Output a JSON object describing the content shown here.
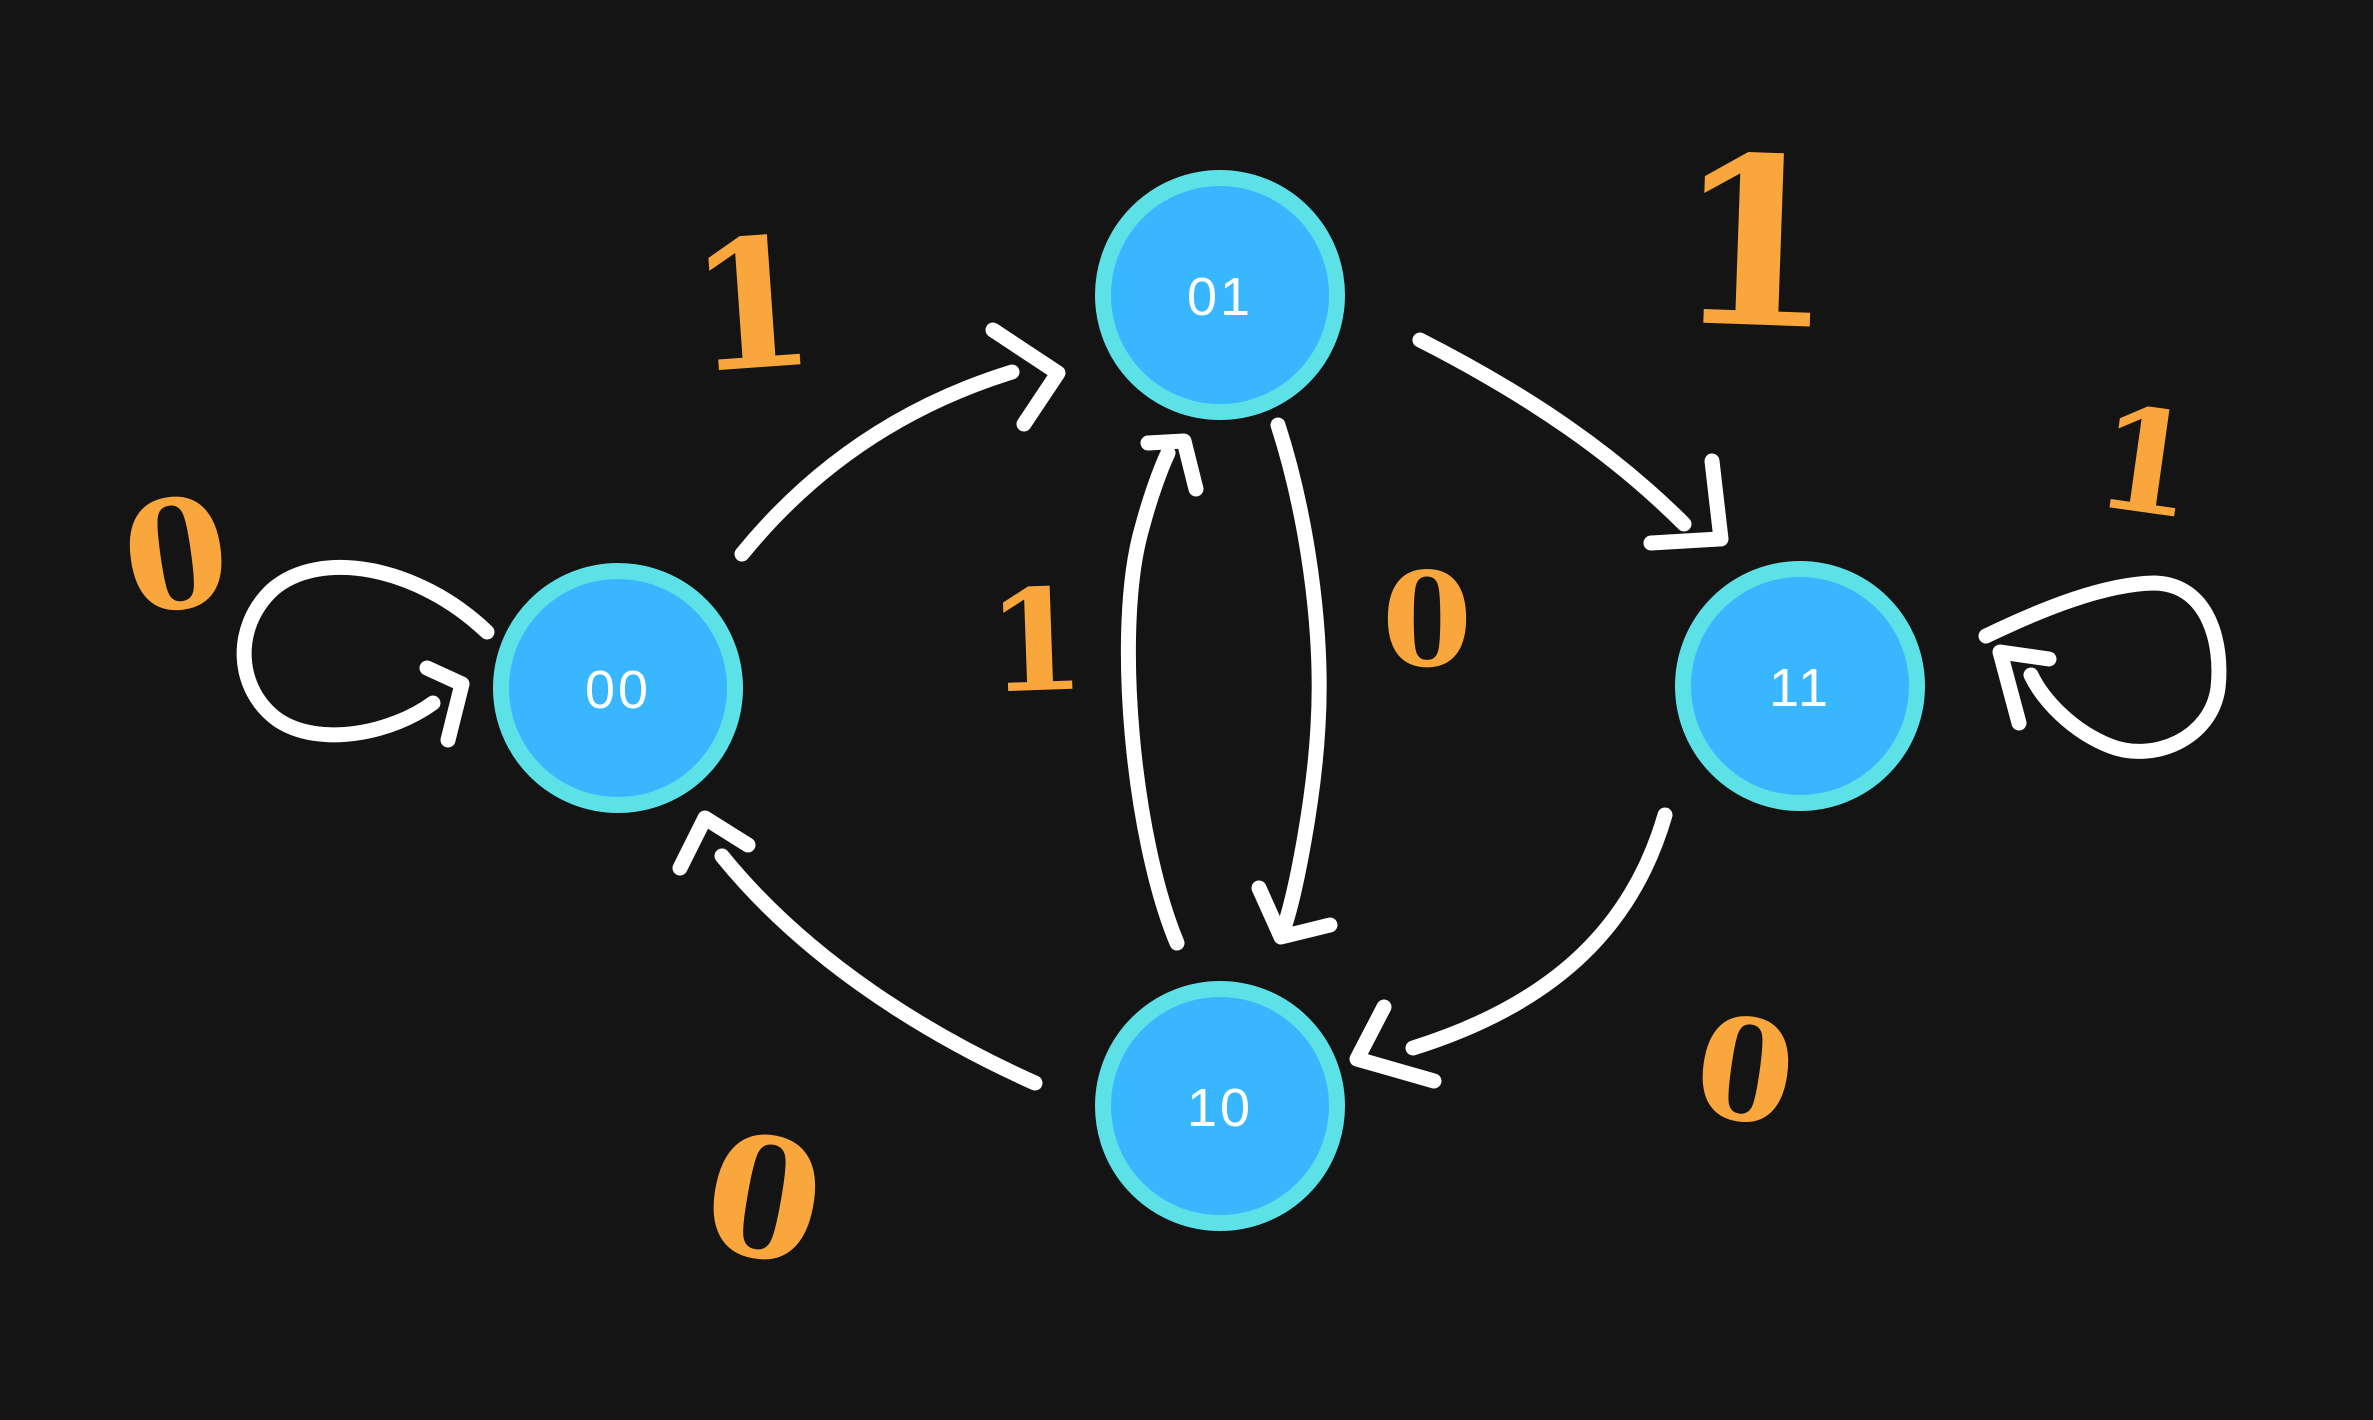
{
  "canvas": {
    "background_color": "#141414",
    "description": "Hand-drawn finite state machine diagram on a dark canvas"
  },
  "colors": {
    "state_fill": "#38b6ff",
    "state_border": "#5ce1e6",
    "state_label": "#ffffff",
    "arrow": "#ffffff",
    "transition_label": "#f9a63c"
  },
  "diagram": {
    "type": "state-machine",
    "states": [
      {
        "id": "00",
        "label": "00"
      },
      {
        "id": "01",
        "label": "01"
      },
      {
        "id": "11",
        "label": "11"
      },
      {
        "id": "10",
        "label": "10"
      }
    ],
    "transitions": [
      {
        "from": "00",
        "to": "00",
        "symbol": "0"
      },
      {
        "from": "00",
        "to": "01",
        "symbol": "1"
      },
      {
        "from": "01",
        "to": "11",
        "symbol": "1"
      },
      {
        "from": "11",
        "to": "11",
        "symbol": "1"
      },
      {
        "from": "10",
        "to": "01",
        "symbol": "1"
      },
      {
        "from": "01",
        "to": "10",
        "symbol": "0"
      },
      {
        "from": "11",
        "to": "10",
        "symbol": "0"
      },
      {
        "from": "10",
        "to": "00",
        "symbol": "0"
      }
    ]
  }
}
